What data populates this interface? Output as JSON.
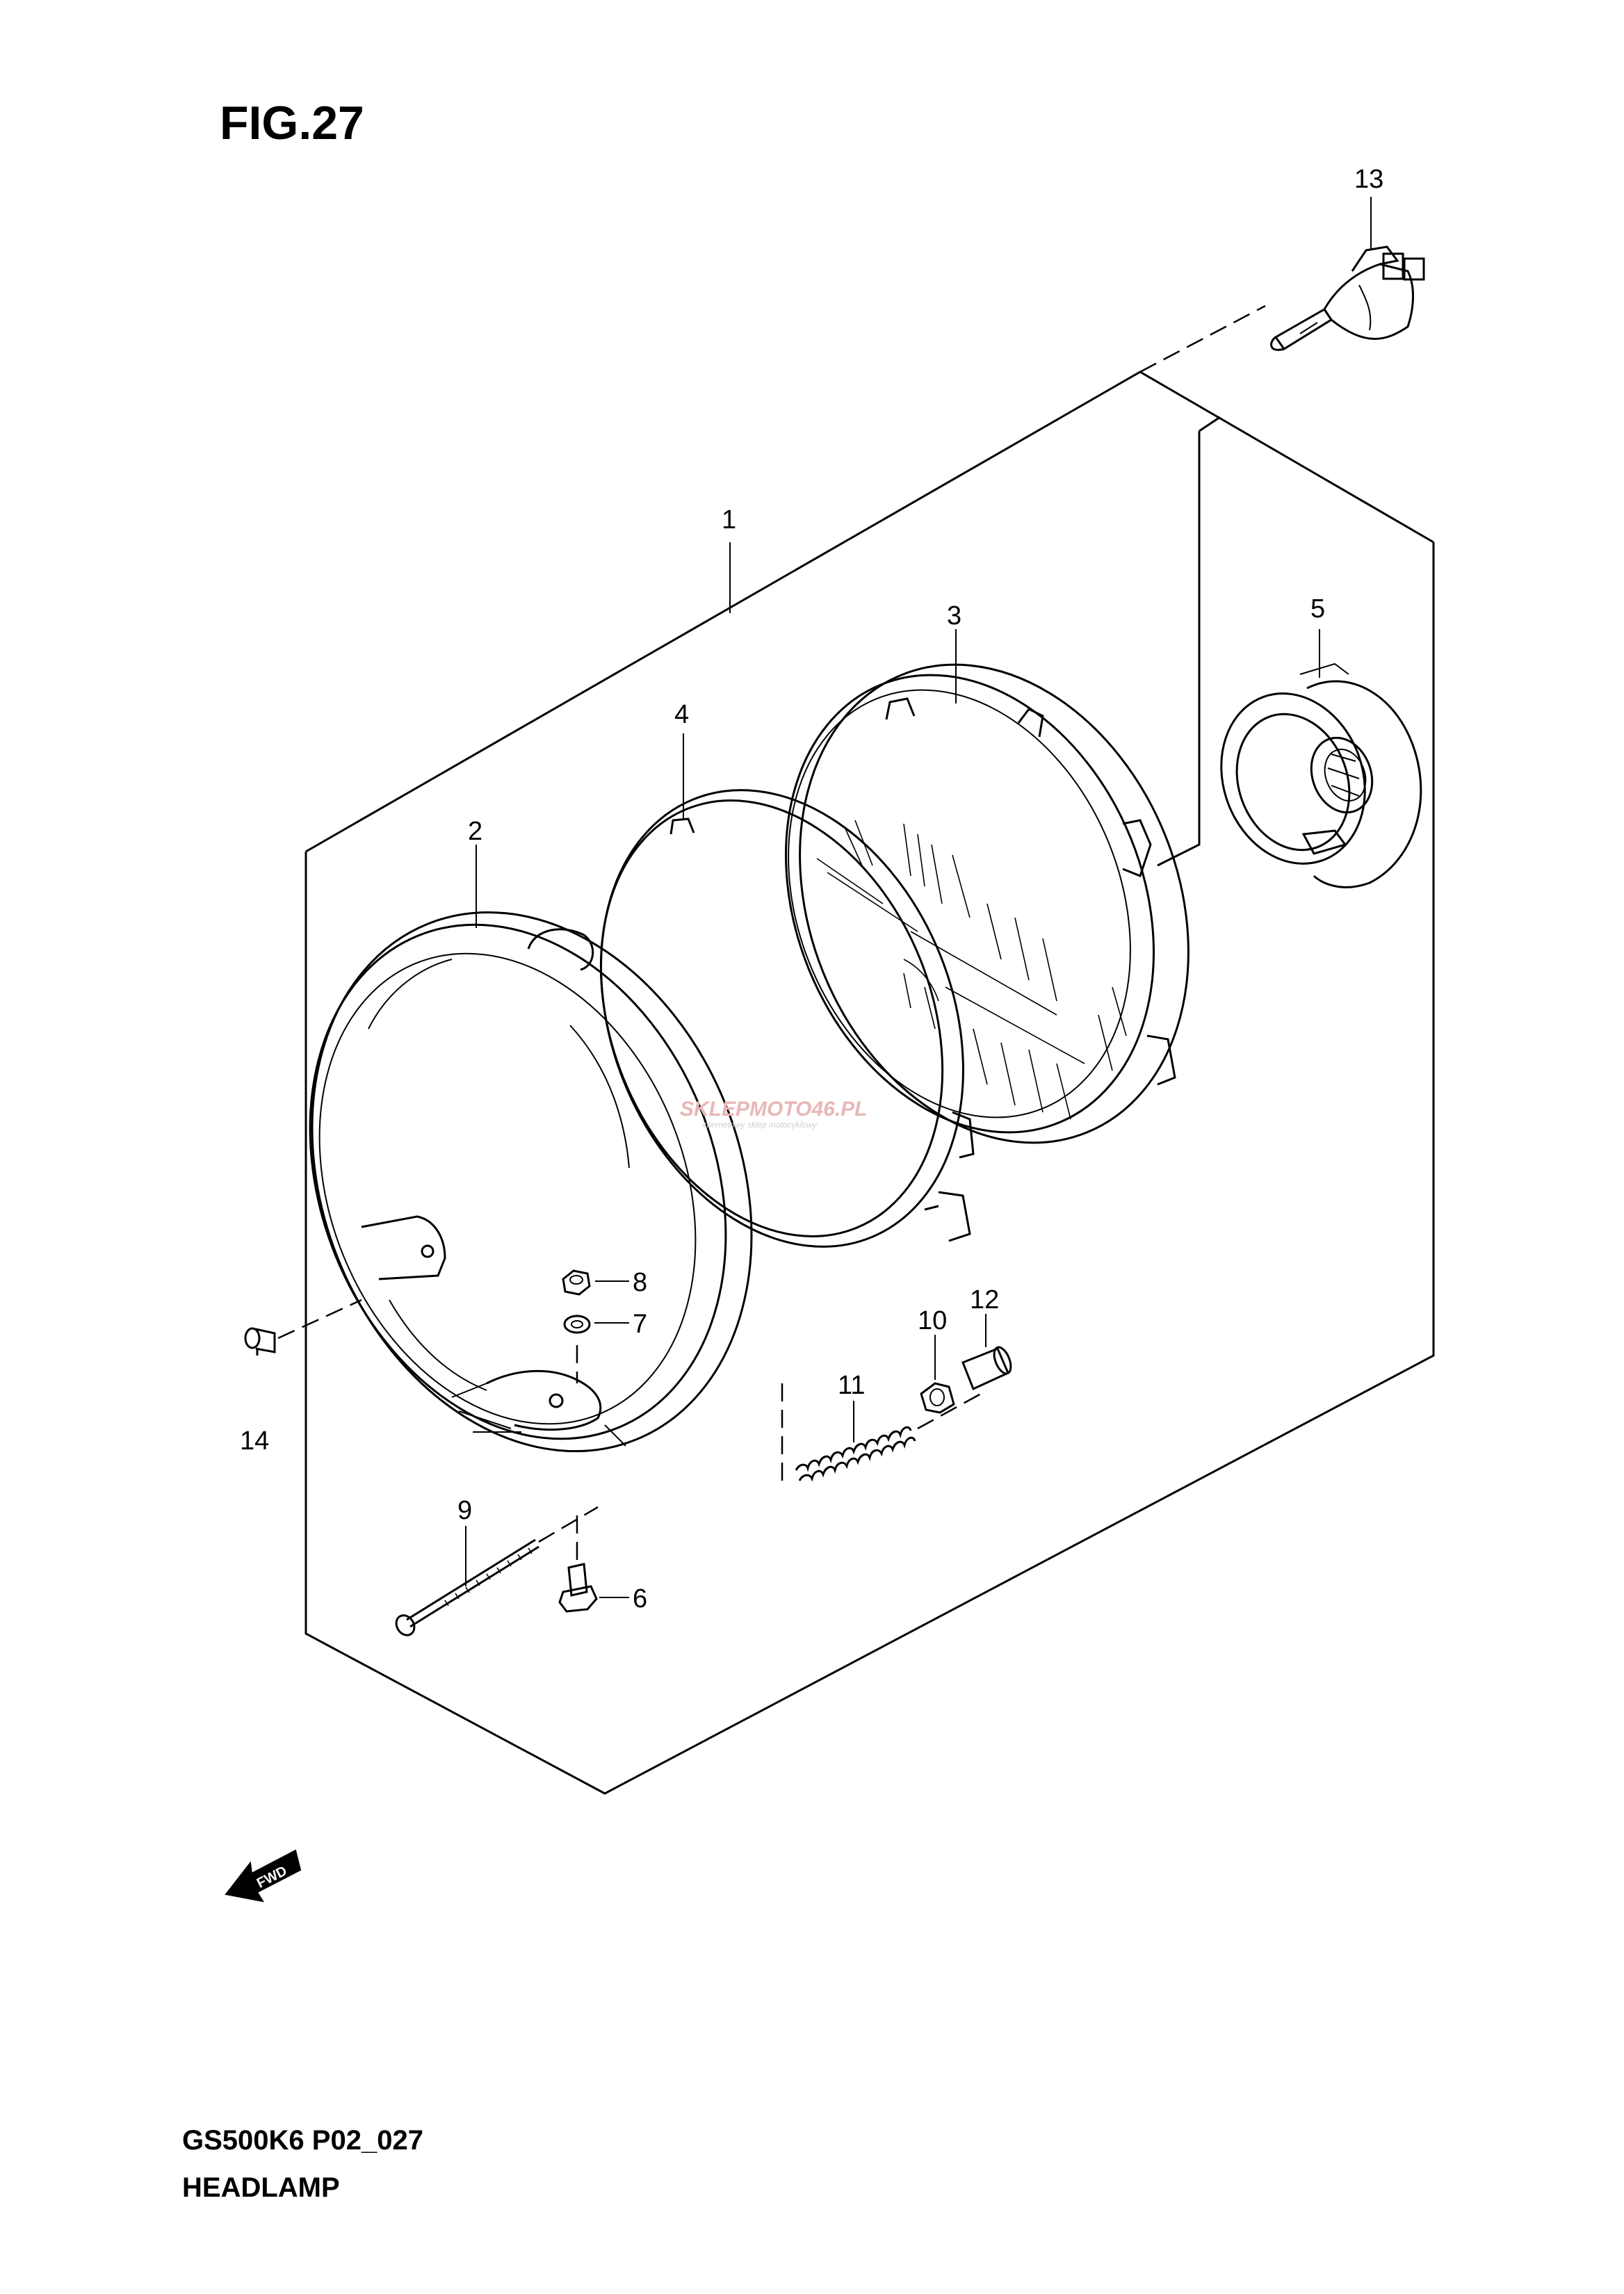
{
  "figure": {
    "number": "FIG.27",
    "model_code": "GS500K6 P02_027",
    "title": "HEADLAMP"
  },
  "callouts": [
    {
      "id": "1"
    },
    {
      "id": "2"
    },
    {
      "id": "3"
    },
    {
      "id": "4"
    },
    {
      "id": "5"
    },
    {
      "id": "6"
    },
    {
      "id": "7"
    },
    {
      "id": "8"
    },
    {
      "id": "9"
    },
    {
      "id": "10"
    },
    {
      "id": "11"
    },
    {
      "id": "12"
    },
    {
      "id": "13"
    },
    {
      "id": "14"
    }
  ],
  "direction_marker": {
    "label": "FWD"
  },
  "watermark": {
    "brand": "SKLEPMOTO46.PL",
    "tagline": "internetowy sklep motocyklowy",
    "color": "#e8b7b7"
  }
}
